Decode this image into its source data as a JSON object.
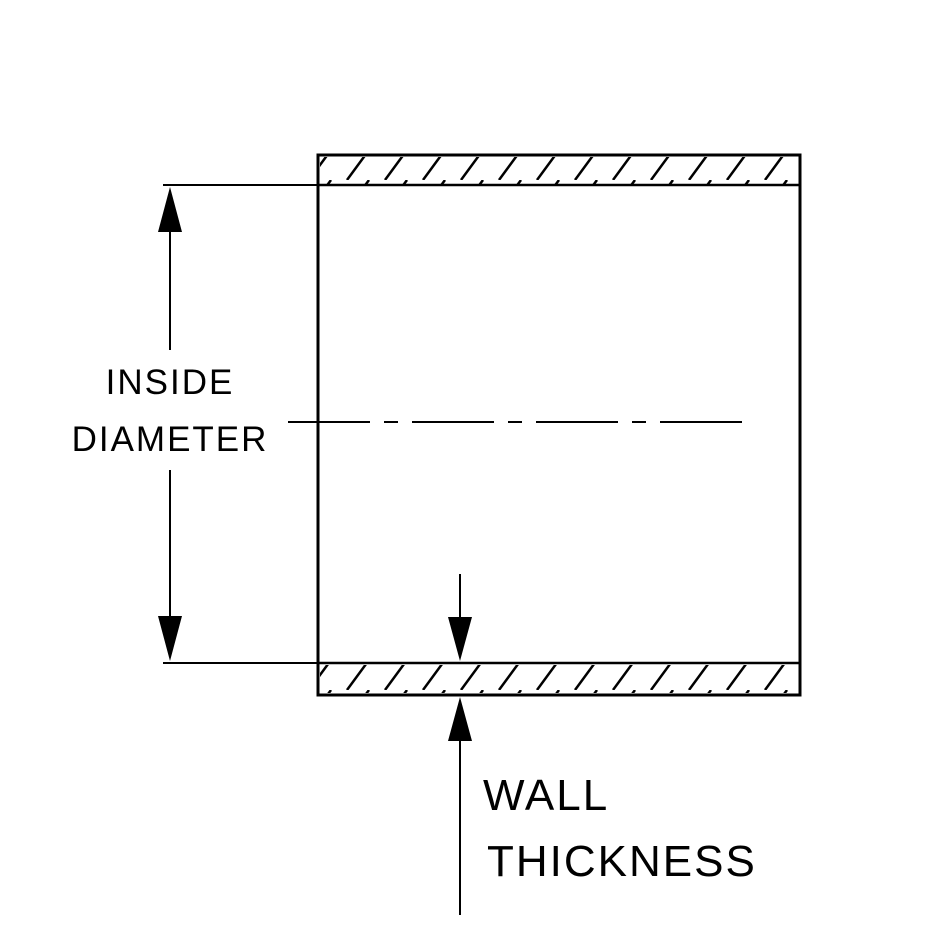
{
  "diagram": {
    "title": "tube-cross-section",
    "labels": {
      "inside_line1": "INSIDE",
      "inside_line2": "DIAMETER",
      "wall_line1": "WALL",
      "wall_line2": "THICKNESS"
    },
    "colors": {
      "line": "#000000",
      "background": "#ffffff"
    }
  }
}
